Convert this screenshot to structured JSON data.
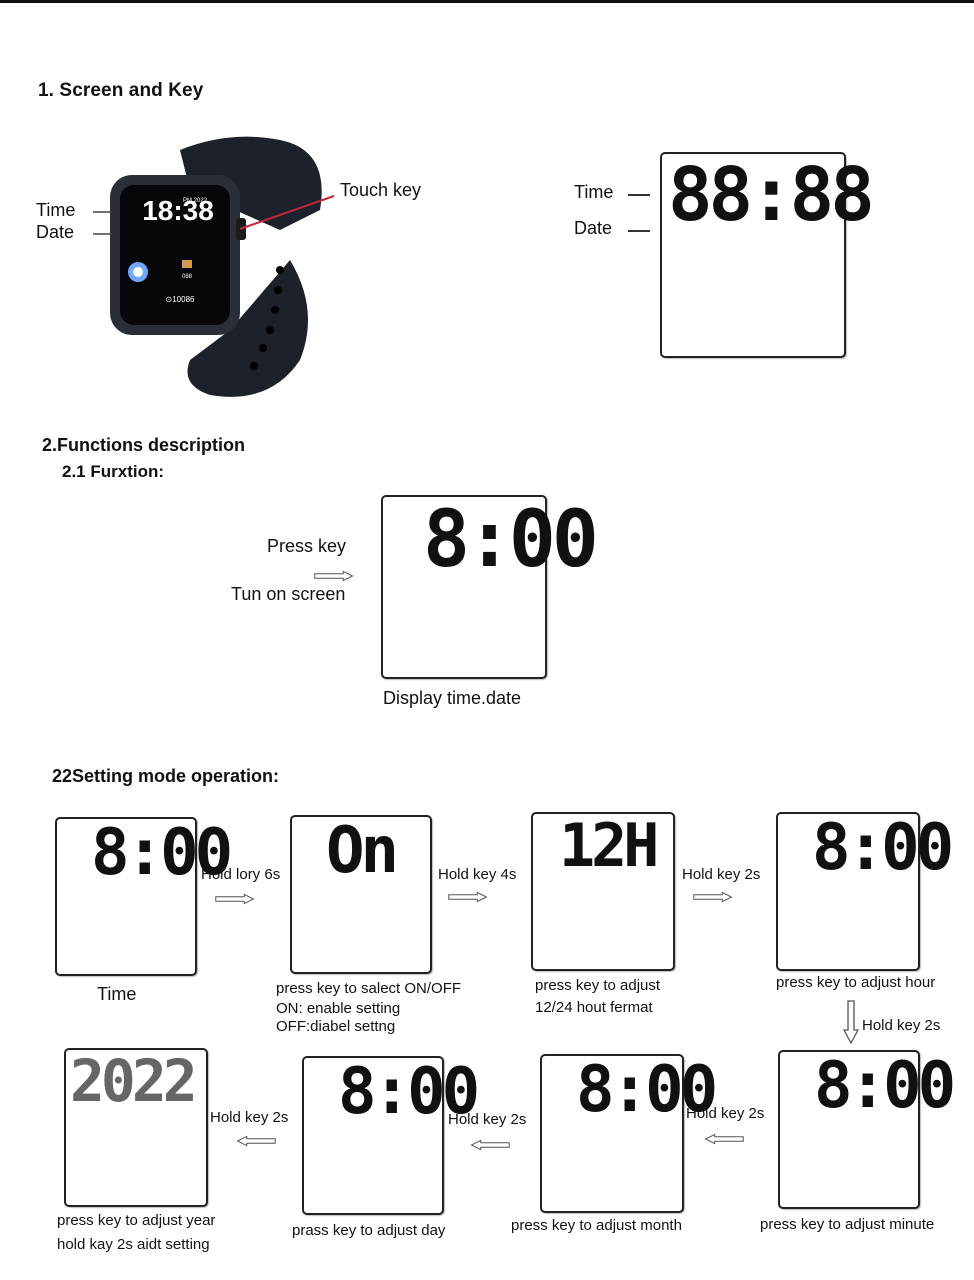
{
  "section1": {
    "title": "1. Screen and Key",
    "watch": {
      "time_label": "Time",
      "date_label": "Date",
      "touch_key_label": "Touch key"
    },
    "display": {
      "time_label": "Time",
      "date_label": "Date",
      "digits": "88:88"
    }
  },
  "section2": {
    "title": "2.Functions description",
    "subtitle": "2.1 Furxtion:",
    "press_key": "Press key",
    "turn_on": "Tun on screen",
    "lcd_digits": "8:00",
    "caption": "Display time.date"
  },
  "section3": {
    "title": "22Setting mode operation:",
    "row1": [
      {
        "digits": "8:00",
        "caption": [
          "Time"
        ],
        "arrow_label": "Hold lory 6s"
      },
      {
        "digits": "On",
        "caption": [
          "press key to salect ON/OFF",
          "ON: enable setting",
          "OFF:diabel settng"
        ],
        "arrow_label": "Hold key 4s"
      },
      {
        "digits": "12H",
        "caption": [
          "press key to adjust",
          "12/24 hout fermat"
        ],
        "arrow_label": "Hold key 2s"
      },
      {
        "digits": "8:00",
        "caption": [
          "press key to adjust hour"
        ],
        "arrow_label": "Hold key 2s"
      }
    ],
    "row2": [
      {
        "digits": "2022",
        "caption": [
          "press key to adjust year",
          "hold kay 2s aidt setting"
        ],
        "arrow_label": "Hold key 2s"
      },
      {
        "digits": "8:00",
        "caption": [
          "prass key to adjust day"
        ],
        "arrow_label": "Hold key 2s"
      },
      {
        "digits": "8:00",
        "caption": [
          "press key to adjust month"
        ],
        "arrow_label": "Hold key 2s"
      },
      {
        "digits": "8:00",
        "caption": [
          "press key to adjust minute"
        ]
      }
    ]
  }
}
